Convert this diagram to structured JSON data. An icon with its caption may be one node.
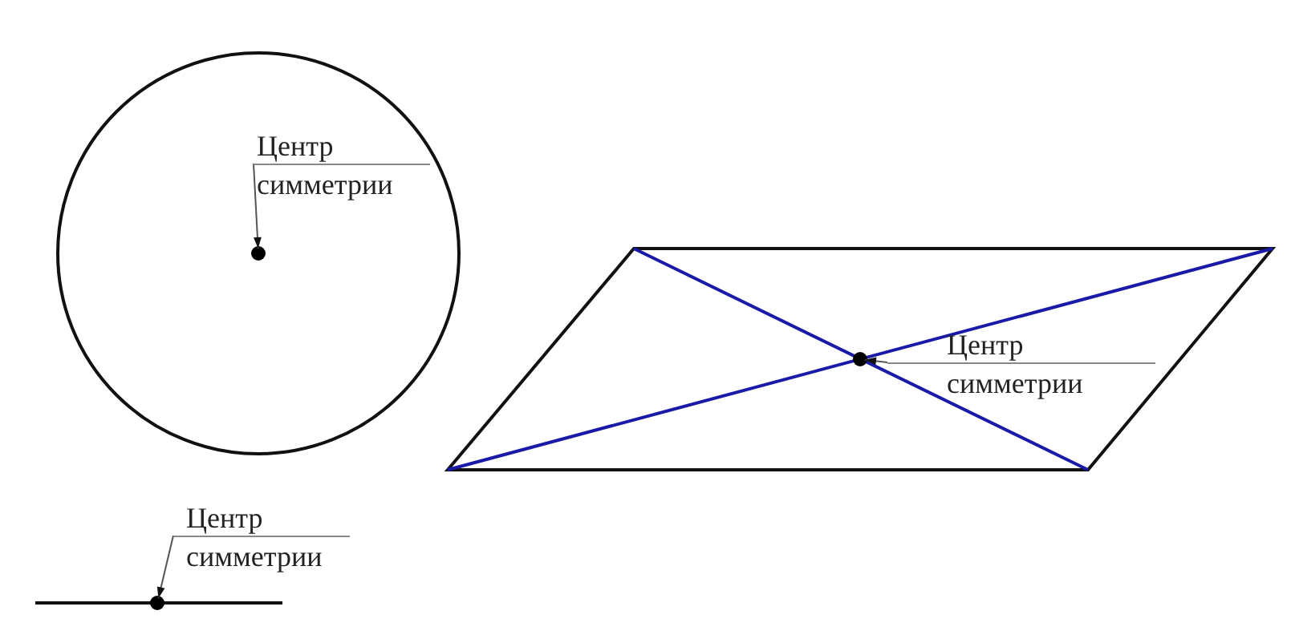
{
  "diagram": {
    "nodes": [
      {
        "text": [
          "Центр симметрии"
        ]
      },
      {
        "text": [],
        "shape": "circle"
      },
      {
        "text": [
          "Центр симметрии"
        ]
      },
      {
        "text": [],
        "shape": "circle"
      },
      {
        "text": [
          "Центр симметрии"
        ]
      },
      {
        "text": [],
        "shape": "circle"
      }
    ],
    "edges": [
      {
        "from": 0,
        "to": 1,
        "arrow": "to"
      },
      {
        "from": 2,
        "to": 3,
        "arrow": "to"
      },
      {
        "from": 4,
        "to": 5,
        "arrow": "to"
      }
    ]
  }
}
